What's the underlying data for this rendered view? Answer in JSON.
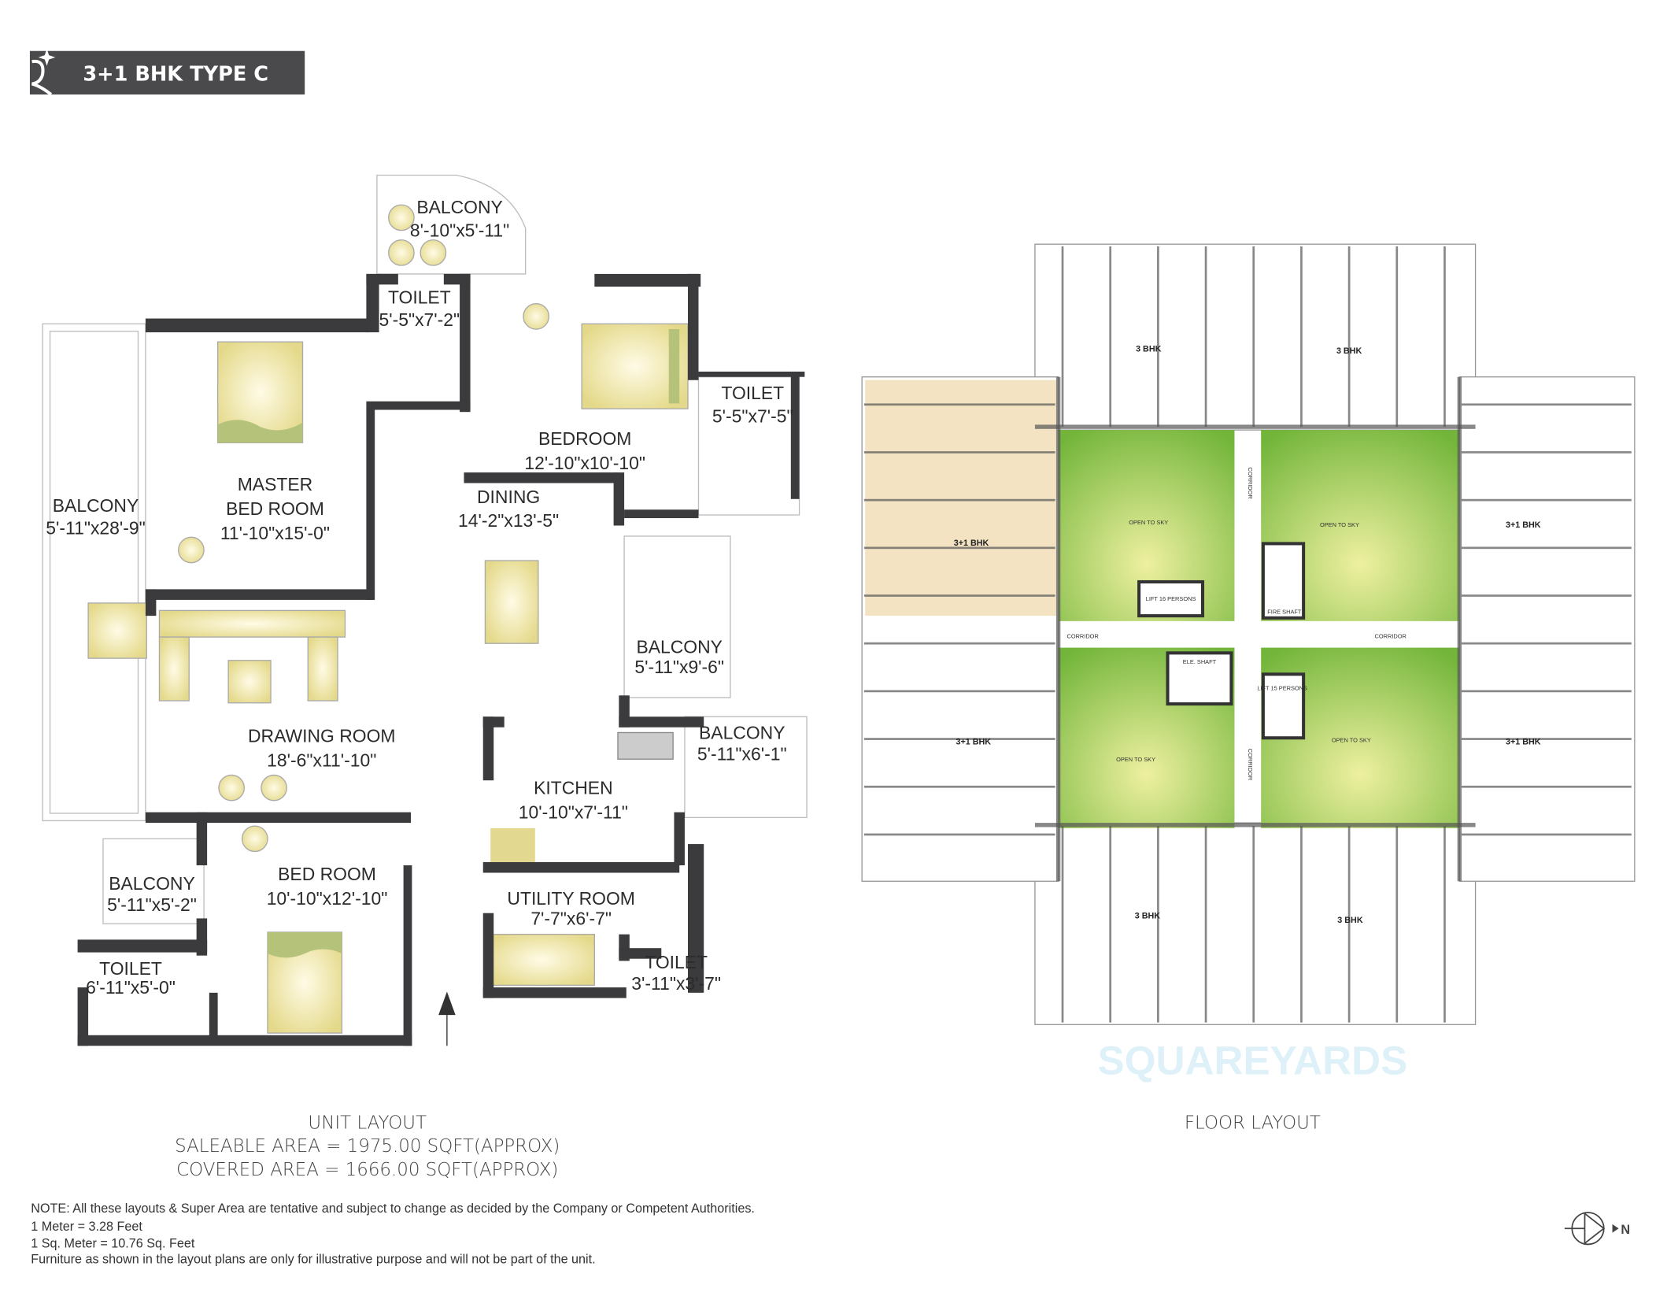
{
  "header": {
    "title": "3+1 BHK TYPE C",
    "logo_letter": "R",
    "bar_color": "#4a4a4c"
  },
  "unit_layout": {
    "rooms": [
      {
        "name": "BALCONY",
        "size": "8'-10\"x5'-11\""
      },
      {
        "name": "TOILET",
        "size": "5'-5\"x7'-2\""
      },
      {
        "name": "TOILET",
        "size": "5'-5\"x7'-5\""
      },
      {
        "name": "BEDROOM",
        "size": "12'-10\"x10'-10\""
      },
      {
        "name": "MASTER",
        "name2": "BED ROOM",
        "size": "11'-10\"x15'-0\""
      },
      {
        "name": "BALCONY",
        "size": "5'-11\"x28'-9\""
      },
      {
        "name": "DINING",
        "size": "14'-2\"x13'-5\""
      },
      {
        "name": "BALCONY",
        "size": "5'-11\"x9'-6\""
      },
      {
        "name": "DRAWING ROOM",
        "size": "18'-6\"x11'-10\""
      },
      {
        "name": "BALCONY",
        "size": "5'-11\"x6'-1\""
      },
      {
        "name": "KITCHEN",
        "size": "10'-10\"x7'-11\""
      },
      {
        "name": "BALCONY",
        "size": "5'-11\"x5'-2\""
      },
      {
        "name": "BED ROOM",
        "size": "10'-10\"x12'-10\""
      },
      {
        "name": "UTILITY ROOM",
        "size": "7'-7\"x6'-7\""
      },
      {
        "name": "TOILET",
        "size": "6'-11\"x5'-0\""
      },
      {
        "name": "TOILET",
        "size": "3'-11\"x3'-7\""
      }
    ],
    "caption": "UNIT LAYOUT",
    "saleable_area": "SALEABLE AREA = 1975.00 SQFT(APPROX)",
    "covered_area": "COVERED AREA = 1666.00 SQFT(APPROX)"
  },
  "floor_layout": {
    "caption": "FLOOR LAYOUT",
    "open_to_sky": "OPEN TO SKY",
    "corridor": "CORRIDOR",
    "lift_16": "LIFT 16 PERSONS",
    "lift_15": "LIFT 15 PERSONS",
    "fire_shaft": "FIRE SHAFT",
    "ele_shaft": "ELE. SHAFT",
    "unit_3bhk": "3 BHK",
    "unit_31bhk": "3+1 BHK",
    "open_color": "#7fbf3f",
    "highlight_color": "#f3e3c3"
  },
  "notes": [
    "NOTE: All these layouts & Super Area are tentative and subject to change as decided by the Company or Competent Authorities.",
    "1 Meter = 3.28 Feet",
    "1 Sq. Meter = 10.76 Sq. Feet",
    "Furniture as shown in the layout plans are only for illustrative purpose and will not be part of the unit."
  ],
  "compass": {
    "label": "N",
    "icon": "north-arrow-icon"
  },
  "watermark": "SQUAREYARDS",
  "colors": {
    "wall": "#3b3b3d",
    "furniture": "#e8df9a",
    "accent_green": "#b5c27a"
  }
}
